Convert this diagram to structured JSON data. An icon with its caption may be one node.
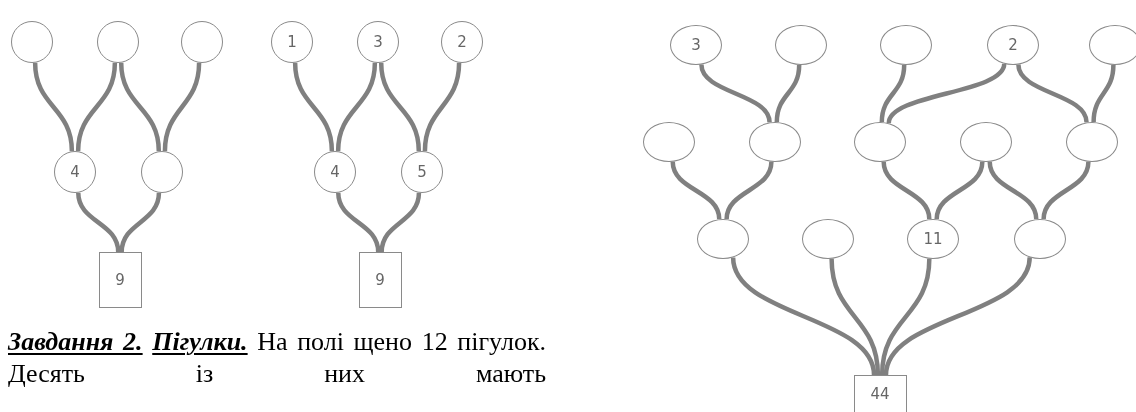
{
  "diagram": {
    "nodes": [
      {
        "text": [],
        "shape": "circle"
      },
      {
        "text": [],
        "shape": "circle"
      },
      {
        "text": [],
        "shape": "circle"
      },
      {
        "text": [
          "4"
        ]
      },
      {
        "text": [],
        "shape": "circle"
      },
      {
        "text": [
          "9"
        ]
      },
      {
        "text": [
          "1"
        ]
      },
      {
        "text": [
          "3"
        ]
      },
      {
        "text": [
          "2"
        ]
      },
      {
        "text": [
          "4"
        ]
      },
      {
        "text": [
          "5"
        ]
      },
      {
        "text": [
          "9"
        ]
      },
      {
        "text": [
          "3"
        ]
      },
      {
        "text": [],
        "shape": "circle"
      },
      {
        "text": [],
        "shape": "circle"
      },
      {
        "text": [
          "2"
        ]
      },
      {
        "text": [],
        "shape": "circle"
      },
      {
        "text": [],
        "shape": "circle"
      },
      {
        "text": [],
        "shape": "circle"
      },
      {
        "text": [],
        "shape": "circle"
      },
      {
        "text": [],
        "shape": "circle"
      },
      {
        "text": [],
        "shape": "circle"
      },
      {
        "text": [],
        "shape": "circle"
      },
      {
        "text": [],
        "shape": "circle"
      },
      {
        "text": [
          "11"
        ]
      },
      {
        "text": [],
        "shape": "circle"
      },
      {
        "text": [
          "44"
        ]
      }
    ],
    "edges": [
      {
        "from": 0,
        "to": 3,
        "arrow": "none"
      },
      {
        "from": 1,
        "to": 3,
        "arrow": "none"
      },
      {
        "from": 1,
        "to": 4,
        "arrow": "none"
      },
      {
        "from": 2,
        "to": 4,
        "arrow": "none"
      },
      {
        "from": 3,
        "to": 5,
        "arrow": "none"
      },
      {
        "from": 4,
        "to": 5,
        "arrow": "none"
      },
      {
        "from": 6,
        "to": 9,
        "arrow": "none"
      },
      {
        "from": 7,
        "to": 9,
        "arrow": "none"
      },
      {
        "from": 7,
        "to": 10,
        "arrow": "none"
      },
      {
        "from": 8,
        "to": 10,
        "arrow": "none"
      },
      {
        "from": 9,
        "to": 11,
        "arrow": "none"
      },
      {
        "from": 10,
        "to": 11,
        "arrow": "none"
      },
      {
        "from": 12,
        "to": 18,
        "arrow": "none"
      },
      {
        "from": 13,
        "to": 18,
        "arrow": "none"
      },
      {
        "from": 14,
        "to": 19,
        "arrow": "none"
      },
      {
        "from": 15,
        "to": 19,
        "arrow": "none"
      },
      {
        "from": 15,
        "to": 21,
        "arrow": "none"
      },
      {
        "from": 16,
        "to": 21,
        "arrow": "none"
      },
      {
        "from": 17,
        "to": 22,
        "arrow": "none"
      },
      {
        "from": 18,
        "to": 22,
        "arrow": "none"
      },
      {
        "from": 19,
        "to": 24,
        "arrow": "none"
      },
      {
        "from": 20,
        "to": 24,
        "arrow": "none"
      },
      {
        "from": 20,
        "to": 25,
        "arrow": "none"
      },
      {
        "from": 21,
        "to": 25,
        "arrow": "none"
      },
      {
        "from": 22,
        "to": 26,
        "arrow": "none"
      },
      {
        "from": 23,
        "to": 26,
        "arrow": "none"
      },
      {
        "from": 24,
        "to": 26,
        "arrow": "none"
      },
      {
        "from": 25,
        "to": 26,
        "arrow": "none"
      }
    ],
    "labels": [
      "**Завдання 2.** **Пігулки.** На полі щено 12 пігулок. Десять із них мають"
    ]
  }
}
